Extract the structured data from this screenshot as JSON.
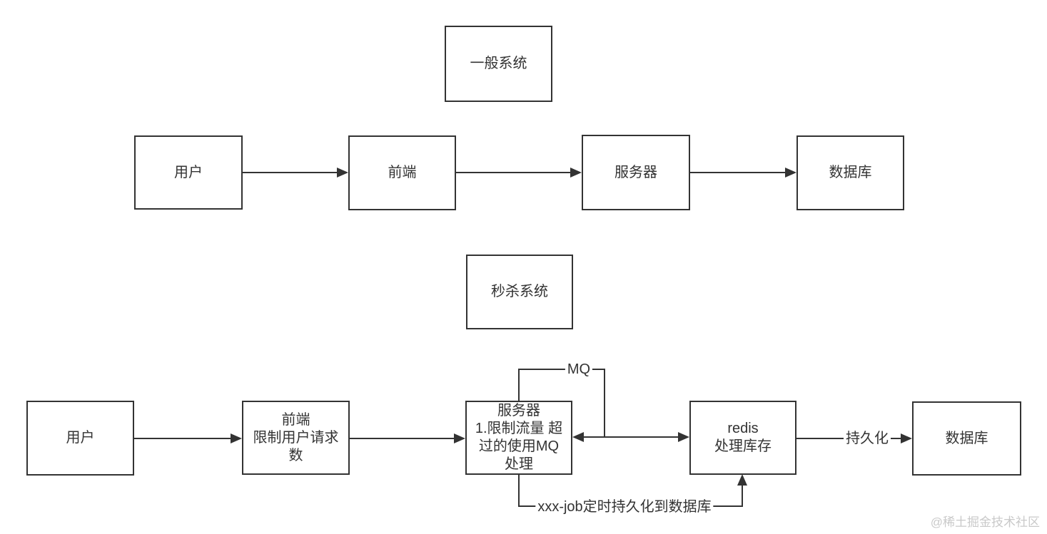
{
  "colors": {
    "background": "#ffffff",
    "line": "#333333",
    "box_border": "#333333",
    "text": "#333333",
    "watermark": "#c9c9c9"
  },
  "general_system": {
    "title": "一般系统",
    "user": "用户",
    "frontend": "前端",
    "server": "服务器",
    "database": "数据库"
  },
  "seckill_system": {
    "title": "秒杀系统",
    "user": "用户",
    "frontend": "前端\n限制用户请求\n数",
    "server": "服务器\n1.限制流量 超\n过的使用MQ\n处理",
    "redis": "redis\n处理库存",
    "database": "数据库",
    "mq_label": "MQ",
    "persist_label": "持久化",
    "job_label": "xxx-job定时持久化到数据库"
  },
  "watermark": "@稀土掘金技术社区"
}
